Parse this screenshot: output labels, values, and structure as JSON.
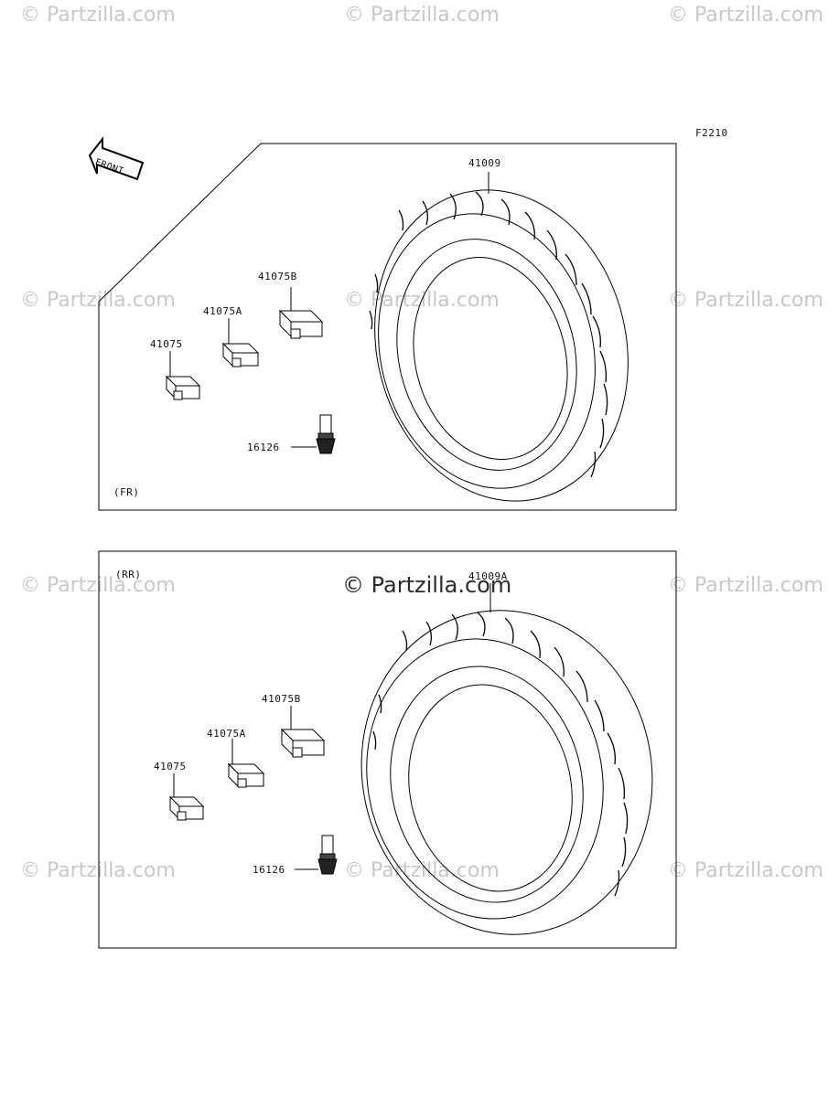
{
  "diagram_code": "F2210",
  "front_arrow_label": "FRONT",
  "watermark": "© Partzilla.com",
  "watermark_center": "© Partzilla.com",
  "front_panel": {
    "section_label": "(FR)",
    "tire_part": "41009",
    "weight_a": "41075",
    "weight_b": "41075A",
    "weight_c": "41075B",
    "valve": "16126"
  },
  "rear_panel": {
    "section_label": "(RR)",
    "tire_part": "41009A",
    "weight_a": "41075",
    "weight_b": "41075A",
    "weight_c": "41075B",
    "valve": "16126"
  }
}
